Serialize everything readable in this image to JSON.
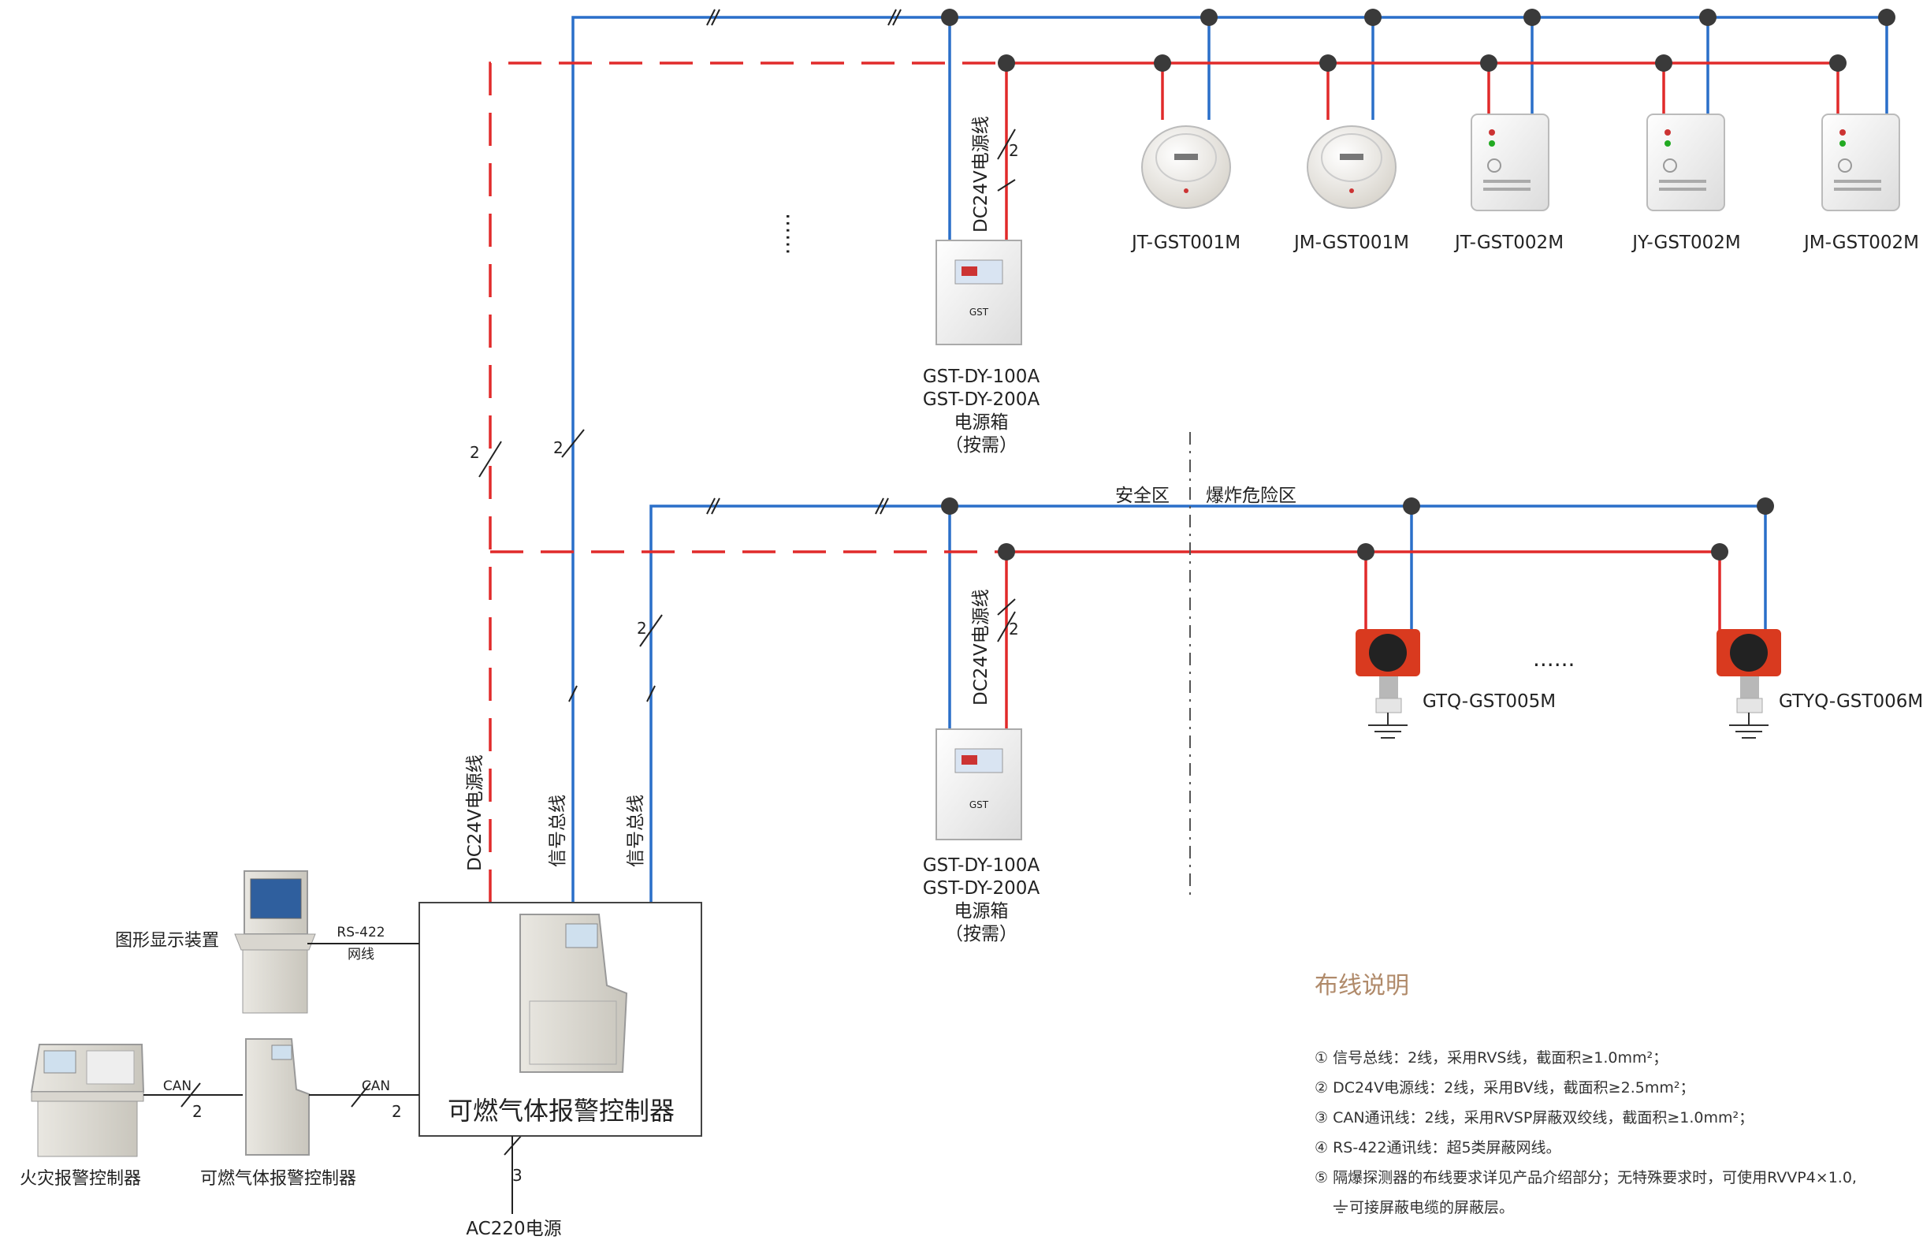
{
  "upper_section": {
    "detectors": [
      {
        "model": "JT-GST001M"
      },
      {
        "model": "JM-GST001M"
      },
      {
        "model": "JT-GST002M"
      },
      {
        "model": "JY-GST002M"
      },
      {
        "model": "JM-GST002M"
      }
    ],
    "power_box": {
      "line1": "GST-DY-100A",
      "line2": "GST-DY-200A",
      "line3": "电源箱",
      "line4": "（按需）"
    },
    "dc_line_label": "DC24V电源线",
    "wire_count": "2",
    "ellipsis": "······"
  },
  "lower_section": {
    "zone_safe": "安全区",
    "zone_hazard": "爆炸危险区",
    "detectors": [
      {
        "model": "GTQ-GST005M"
      },
      {
        "model": "GTYQ-GST006M"
      }
    ],
    "power_box": {
      "line1": "GST-DY-100A",
      "line2": "GST-DY-200A",
      "line3": "电源箱",
      "line4": "（按需）"
    },
    "dc_line_label": "DC24V电源线",
    "wire_count": "2",
    "ellipsis": "······"
  },
  "trunk_labels": {
    "dc24v": "DC24V电源线",
    "signal_bus_1": "信号总线",
    "signal_bus_2": "信号总线",
    "count_dc": "2",
    "count_sig1": "2",
    "count_sig2": "2"
  },
  "main_controller": {
    "label": "可燃气体报警控制器"
  },
  "graphic_display": {
    "label": "图形显示装置",
    "link_label_1": "RS-422",
    "link_label_2": "网线"
  },
  "fire_controller": {
    "label": "火灾报警控制器",
    "link_label": "CAN",
    "count": "2"
  },
  "gas_controller_small": {
    "label": "可燃气体报警控制器",
    "link_label": "CAN",
    "count": "2"
  },
  "power_input": {
    "label": "AC220电源",
    "count": "3"
  },
  "wiring_notes": {
    "title": "布线说明",
    "items": [
      "① 信号总线：2线，采用RVS线，截面积≥1.0mm²；",
      "② DC24V电源线：2线，采用BV线，截面积≥2.5mm²；",
      "③ CAN通讯线：2线，采用RVSP屏蔽双绞线，截面积≥1.0mm²；",
      "④ RS-422通讯线：超5类屏蔽网线。",
      "⑤ 隔爆探测器的布线要求详见产品介绍部分；无特殊要求时，可使用RVVP4×1.0,"
    ],
    "continuation": "可接屏蔽电缆的屏蔽层。"
  },
  "colors": {
    "signal_line": "#2a6fc9",
    "power_line": "#e12a2a",
    "node": "#3a3a3a",
    "note_title": "#b08a6a"
  }
}
